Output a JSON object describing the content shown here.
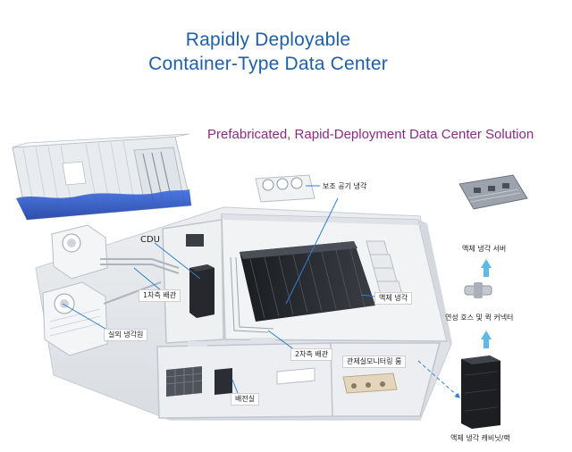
{
  "title_line1": "Rapidly Deployable",
  "title_line2": "Container-Type Data Center",
  "subtitle": "Prefabricated, Rapid-Deployment Data Center Solution",
  "labels": {
    "aux_air_cooling": "보조 공기 냉각",
    "cdu": "CDU",
    "primary_piping": "1차측 배관",
    "outdoor_cooler": "실외 냉각원",
    "liquid_cooling": "액체 냉각",
    "secondary_piping": "2차측 배관",
    "control_room": "관제실모니터링 룸",
    "electrical_room": "배전실",
    "liquid_cooled_server": "액체 냉각 서버",
    "hose_connector": "연성 호스 및 퀵 커넥터",
    "liquid_cabinet": "액체 냉각 캐비닛/랙"
  },
  "colors": {
    "title": "#1f5fa8",
    "subtitle": "#8a2a84",
    "leader_line": "#2b7fd6",
    "arrow": "#5fb8e6",
    "water": "#2f55c8"
  },
  "icons": {
    "container": "shipping-container-icon",
    "fan": "fan-unit-icon",
    "rack": "server-rack-icon",
    "server": "server-board-icon",
    "connector": "quick-connector-icon"
  }
}
